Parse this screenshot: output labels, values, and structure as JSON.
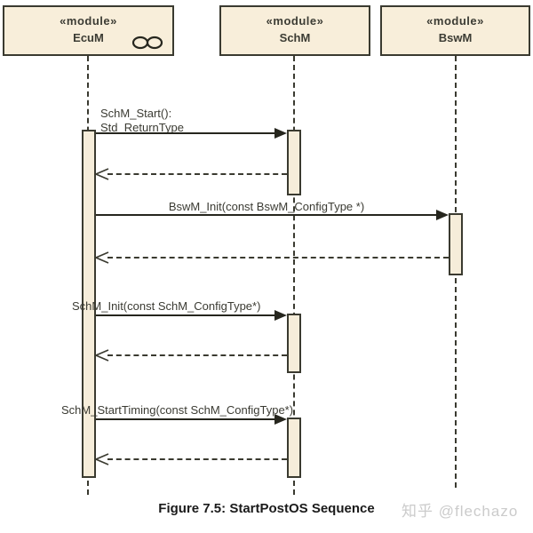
{
  "diagram": {
    "participants": [
      {
        "stereotype": "«module»",
        "name": "EcuM"
      },
      {
        "stereotype": "«module»",
        "name": "SchM"
      },
      {
        "stereotype": "«module»",
        "name": "BswM"
      }
    ],
    "messages": [
      {
        "from": "EcuM",
        "to": "SchM",
        "label_line1": "SchM_Start():",
        "label_line2": "Std_ReturnType"
      },
      {
        "from": "EcuM",
        "to": "BswM",
        "label": "BswM_Init(const BswM_ConfigType *)"
      },
      {
        "from": "EcuM",
        "to": "SchM",
        "label": "SchM_Init(const SchM_ConfigType*)"
      },
      {
        "from": "EcuM",
        "to": "SchM",
        "label": "SchM_StartTiming(const SchM_ConfigType*)"
      }
    ],
    "caption": "Figure 7.5: StartPostOS Sequence",
    "watermark": "知乎 @flechazo",
    "colors": {
      "box_fill": "#f8eeda",
      "line": "#3a3a30",
      "arrow": "#26261e",
      "label_text": "#3b3b33",
      "watermark_text": "#cbcbcb",
      "background": "#ffffff"
    }
  }
}
